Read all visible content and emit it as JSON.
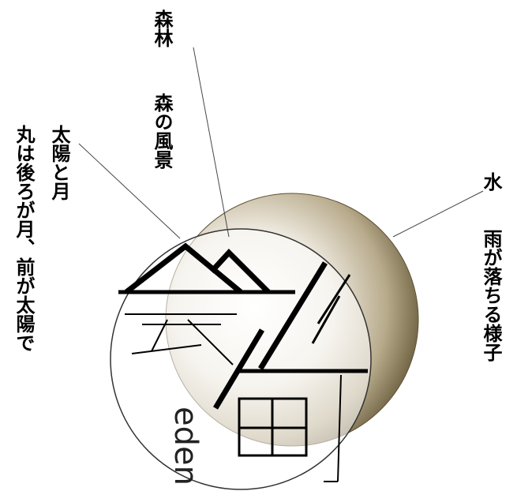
{
  "labels": {
    "forest_title": "森林",
    "forest_desc": "森の風景",
    "sun_moon_title": "太陽と月",
    "sun_moon_desc": "丸は後ろが月、前が太陽で",
    "water_title": "水",
    "water_desc": "雨が落ちる様子"
  },
  "logo": {
    "text": "eden"
  },
  "colors": {
    "line": "#000000",
    "moon_light": "#f4f1ea",
    "moon_mid": "#c9bfa8",
    "moon_dark": "#5f5233"
  }
}
